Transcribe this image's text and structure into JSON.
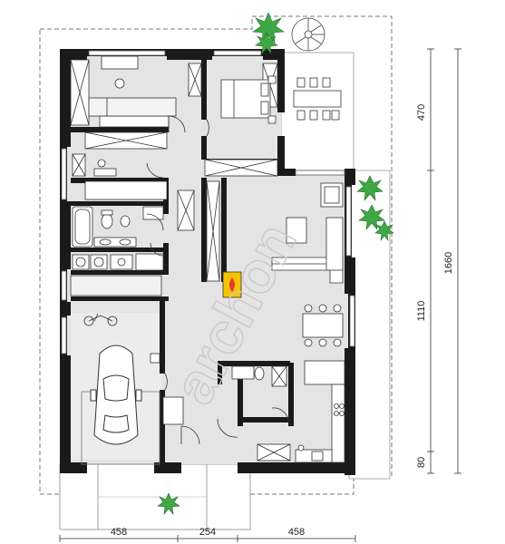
{
  "dimensions": {
    "bottom": [
      "458",
      "254",
      "458"
    ],
    "right": [
      "470",
      "1110",
      "80"
    ],
    "overall": "1660"
  },
  "watermark": "archon",
  "colors": {
    "wall": "#1a1a1a",
    "floor": "#e4e4e4",
    "terrace": "#ffffff",
    "fireplace": "#f5c400",
    "flame": "#e53a2f",
    "plant": "#3fa845"
  }
}
